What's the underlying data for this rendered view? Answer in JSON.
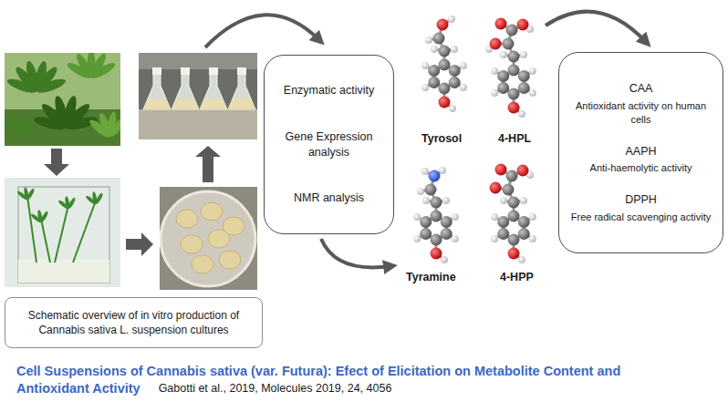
{
  "diagram": {
    "caption": "Cell Suspensions of Cannabis sativa (var. Futura): Efect of Elicitation on Metabolite Content and Antioxidant Activity",
    "nodes": [
      {
        "text": [
          "Schematic overview of in vitro production of Cannabis sativa L. suspension cultures"
        ]
      },
      {
        "text": [
          "Enzymatic activity",
          "Gene Expression analysis",
          "NMR analysis"
        ]
      },
      {
        "text": [
          "CAA",
          "Antioxidant activity on human cells",
          "AAPH",
          "Anti-haemolytic activity",
          "DPPH",
          "Free radical scavenging activity"
        ]
      }
    ],
    "labels": [
      "Tyrosol",
      "4-HPL",
      "Tyramine",
      "4-HPP",
      "Gabotti et al., 2019, Molecules 2019, 24, 4056"
    ]
  }
}
